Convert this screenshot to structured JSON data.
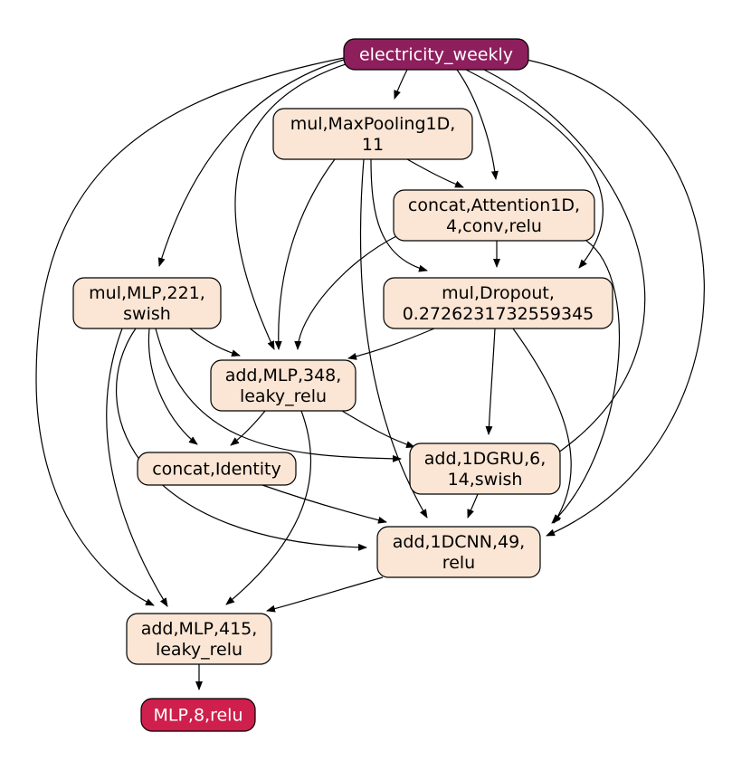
{
  "colors": {
    "input_fill": "#8e1f5d",
    "output_fill": "#cf1f4c",
    "op_fill": "#fbe5d4",
    "light_text": "#ffffff",
    "dark_text": "#000000",
    "edge": "#000000"
  },
  "nodes": [
    {
      "id": "n0",
      "kind": "input",
      "lines": [
        "electricity_weekly"
      ]
    },
    {
      "id": "n1",
      "kind": "op",
      "lines": [
        "mul,MaxPooling1D,",
        "11"
      ]
    },
    {
      "id": "n2",
      "kind": "op",
      "lines": [
        "concat,Attention1D,",
        "4,conv,relu"
      ]
    },
    {
      "id": "n3",
      "kind": "op",
      "lines": [
        "mul,MLP,221,",
        "swish"
      ]
    },
    {
      "id": "n4",
      "kind": "op",
      "lines": [
        "mul,Dropout,",
        "0.2726231732559345"
      ]
    },
    {
      "id": "n5",
      "kind": "op",
      "lines": [
        "add,MLP,348,",
        "leaky_relu"
      ]
    },
    {
      "id": "n6",
      "kind": "op",
      "lines": [
        "add,1DGRU,6,",
        "14,swish"
      ]
    },
    {
      "id": "n7",
      "kind": "op",
      "lines": [
        "concat,Identity"
      ]
    },
    {
      "id": "n8",
      "kind": "op",
      "lines": [
        "add,1DCNN,49,",
        "relu"
      ]
    },
    {
      "id": "n9",
      "kind": "op",
      "lines": [
        "add,MLP,415,",
        "leaky_relu"
      ]
    },
    {
      "id": "n10",
      "kind": "output",
      "lines": [
        "MLP,8,relu"
      ]
    }
  ],
  "edges": [
    [
      "n0",
      "n1"
    ],
    [
      "n0",
      "n2"
    ],
    [
      "n0",
      "n3"
    ],
    [
      "n0",
      "n4"
    ],
    [
      "n0",
      "n5"
    ],
    [
      "n0",
      "n6"
    ],
    [
      "n0",
      "n8"
    ],
    [
      "n0",
      "n9"
    ],
    [
      "n1",
      "n2"
    ],
    [
      "n1",
      "n4"
    ],
    [
      "n1",
      "n5"
    ],
    [
      "n1",
      "n8"
    ],
    [
      "n2",
      "n4"
    ],
    [
      "n2",
      "n5"
    ],
    [
      "n2",
      "n8"
    ],
    [
      "n3",
      "n5"
    ],
    [
      "n3",
      "n7"
    ],
    [
      "n3",
      "n6"
    ],
    [
      "n3",
      "n8"
    ],
    [
      "n3",
      "n9"
    ],
    [
      "n4",
      "n5"
    ],
    [
      "n4",
      "n6"
    ],
    [
      "n4",
      "n8"
    ],
    [
      "n5",
      "n7"
    ],
    [
      "n5",
      "n6"
    ],
    [
      "n5",
      "n9"
    ],
    [
      "n6",
      "n8"
    ],
    [
      "n7",
      "n8"
    ],
    [
      "n8",
      "n9"
    ],
    [
      "n9",
      "n10"
    ]
  ]
}
